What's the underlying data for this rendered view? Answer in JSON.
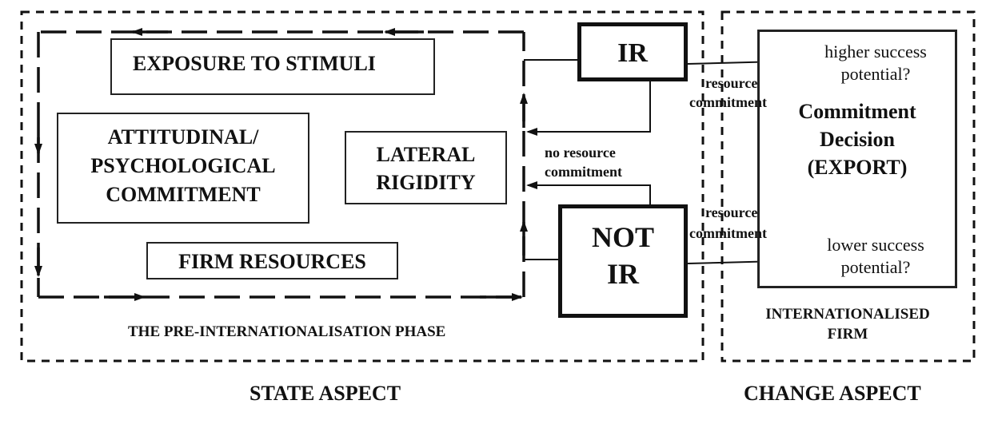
{
  "boxes": {
    "exposure": "EXPOSURE TO STIMULI",
    "attitudinal": [
      "ATTITUDINAL/",
      "PSYCHOLOGICAL",
      "COMMITMENT"
    ],
    "lateral": [
      "LATERAL",
      "RIGIDITY"
    ],
    "resources": "FIRM RESOURCES",
    "ir": "IR",
    "not_ir": [
      "NOT",
      "IR"
    ],
    "commitment": [
      "Commitment",
      "Decision",
      "(EXPORT)"
    ]
  },
  "labels": {
    "resource_commitment_top": [
      "resource",
      "commitment"
    ],
    "no_resource_commitment": [
      "no resource",
      "commitment"
    ],
    "resource_commitment_bottom": [
      "resource",
      "commitment"
    ],
    "higher_success": [
      "higher success",
      "potential?"
    ],
    "lower_success": [
      "lower success",
      "potential?"
    ],
    "pre_phase": "THE PRE-INTERNATIONALISATION PHASE",
    "internationalised": [
      "INTERNATIONALISED",
      "FIRM"
    ],
    "state_aspect": "STATE ASPECT",
    "change_aspect": "CHANGE ASPECT"
  }
}
